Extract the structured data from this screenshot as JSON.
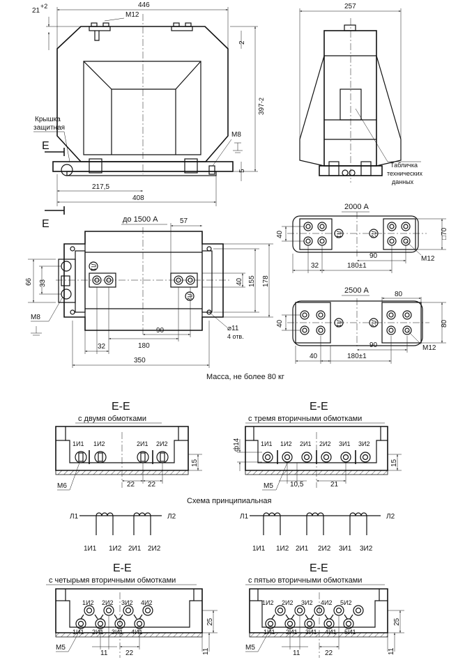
{
  "top_view": {
    "dims": {
      "width_446": "446",
      "tol_21": "21",
      "tol_21_sup": "+2",
      "m12": "М12",
      "dim_2": "2",
      "height_397": "397",
      "height_397_sub": "-2",
      "dim_5": "5",
      "dim_217_5": "217,5",
      "dim_408": "408",
      "m8": "М8"
    },
    "labels": {
      "cover_line1": "Крышка",
      "cover_line2": "защитная",
      "section_e_top": "Е",
      "section_e_bottom": "Е"
    }
  },
  "side_view": {
    "dims": {
      "width_257": "257"
    },
    "plate_line1": "Табличка",
    "plate_line2": "технических",
    "plate_line3": "данных"
  },
  "plan_view": {
    "title": "до 1500 А",
    "dims": {
      "d57": "57",
      "d66": "66",
      "d33": "33",
      "d40": "40",
      "d155": "155",
      "d178": "178",
      "d32": "32",
      "d180": "180",
      "d90": "90",
      "d350": "350",
      "m8": "М8",
      "hole": "⌀11",
      "holes": "4 отв."
    },
    "l1": "Л1",
    "l2": "Л2"
  },
  "var_2000": {
    "title": "2000 А",
    "dims": {
      "d40": "40",
      "d70": "□70",
      "d32": "32",
      "d180": "180±1",
      "d90": "90",
      "m12": "М12"
    },
    "l1": "Л1",
    "l2": "Л2"
  },
  "var_2500": {
    "title": "2500 А",
    "dims": {
      "d80a": "80",
      "d80b": "80",
      "d40": "40",
      "d40b": "40",
      "d180": "180±1",
      "d90": "90",
      "m12": "М12"
    },
    "l1": "Л1",
    "l2": "Л2"
  },
  "mass_note": "Масса, не более 80 кг",
  "section_two": {
    "title": "Е-Е",
    "subtitle": "с двумя обмотками",
    "terminals": [
      "1И1",
      "1И2",
      "2И1",
      "2И2"
    ],
    "dims": {
      "d15": "15",
      "d22a": "22",
      "d22b": "22",
      "m6": "М6"
    }
  },
  "section_three": {
    "title": "Е-Е",
    "subtitle": "с тремя вторичными обмотками",
    "terminals": [
      "1И1",
      "1И2",
      "2И1",
      "2И2",
      "3И1",
      "3И2"
    ],
    "dims": {
      "d14": "ф14",
      "d15": "15",
      "d10_5": "10,5",
      "d21": "21",
      "m5": "М5"
    }
  },
  "schematic": {
    "title": "Схема принципиальная",
    "left": {
      "l1": "Л1",
      "l2": "Л2",
      "terms": [
        "1И1",
        "1И2",
        "2И1",
        "2И2"
      ]
    },
    "right": {
      "l1": "Л1",
      "l2": "Л2",
      "terms": [
        "1И1",
        "1И2",
        "2И1",
        "2И2",
        "3И1",
        "3И2"
      ]
    }
  },
  "section_four": {
    "title": "Е-Е",
    "subtitle": "с четырьмя вторичными обмотками",
    "top_terms": [
      "1И2",
      "2И2",
      "3И2",
      "4И2"
    ],
    "bottom_terms": [
      "1И1",
      "2И1",
      "3И1",
      "4И1"
    ],
    "dims": {
      "d25": "25",
      "d11": "11",
      "d11b": "11",
      "d22": "22",
      "m5": "М5"
    }
  },
  "section_five": {
    "title": "Е-Е",
    "subtitle": "с пятью вторичными обмотками",
    "top_terms": [
      "1И2",
      "2И2",
      "3И2",
      "4И2",
      "5И2"
    ],
    "bottom_terms": [
      "1И1",
      "2И1",
      "3И1",
      "4И1",
      "5И1"
    ],
    "dims": {
      "d25": "25",
      "d11": "11",
      "d11b": "11",
      "d22": "22",
      "m5": "М5"
    }
  }
}
